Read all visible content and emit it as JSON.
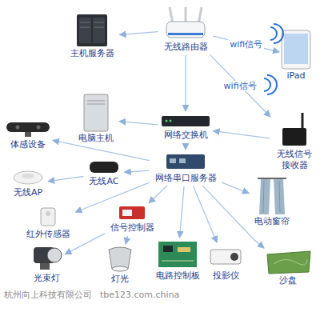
{
  "diagram": {
    "nodes": [
      {
        "text": [
          "主机服务器"
        ]
      },
      {
        "text": [
          "无线路由器"
        ]
      },
      {
        "text": [
          "iPad"
        ]
      },
      {
        "text": [
          "网络交换机"
        ]
      },
      {
        "text": [
          "无线信号接收器"
        ]
      },
      {
        "text": [
          "电脑主机"
        ]
      },
      {
        "text": [
          "体感设备"
        ]
      },
      {
        "text": [
          "网络串口服务器"
        ]
      },
      {
        "text": [
          "无线AC"
        ]
      },
      {
        "text": [
          "无线AP"
        ]
      },
      {
        "text": [
          "电动窗帘"
        ]
      },
      {
        "text": [
          "红外传感器"
        ]
      },
      {
        "text": [
          "信号控制器"
        ]
      },
      {
        "text": [
          "光束灯"
        ]
      },
      {
        "text": [
          "灯光"
        ]
      },
      {
        "text": [
          "电路控制板"
        ]
      },
      {
        "text": [
          "投影仪"
        ]
      },
      {
        "text": [
          "沙盘"
        ]
      }
    ],
    "edges": [
      {
        "from": 1,
        "to": 0,
        "arrow": "to"
      },
      {
        "from": 1,
        "to": 2,
        "label": "wifi信号",
        "arrow": "to"
      },
      {
        "from": 1,
        "to": 4,
        "label": "wifi信号",
        "arrow": "to"
      },
      {
        "from": 1,
        "to": 3,
        "arrow": "to"
      },
      {
        "from": 3,
        "to": 5,
        "arrow": "to"
      },
      {
        "from": 4,
        "to": 3,
        "arrow": "to"
      },
      {
        "from": 3,
        "to": 7,
        "arrow": "to"
      },
      {
        "from": 7,
        "to": 6,
        "arrow": "to"
      },
      {
        "from": 7,
        "to": 8,
        "arrow": "to"
      },
      {
        "from": 8,
        "to": 9,
        "arrow": "to"
      },
      {
        "from": 7,
        "to": 10,
        "arrow": "to"
      },
      {
        "from": 7,
        "to": 11,
        "arrow": "to"
      },
      {
        "from": 7,
        "to": 12,
        "arrow": "to"
      },
      {
        "from": 12,
        "to": 13,
        "arrow": "to"
      },
      {
        "from": 12,
        "to": 14,
        "arrow": "to"
      },
      {
        "from": 7,
        "to": 15,
        "arrow": "to"
      },
      {
        "from": 7,
        "to": 16,
        "arrow": "to"
      },
      {
        "from": 7,
        "to": 17,
        "arrow": "to"
      }
    ],
    "labels": [
      "杭州向上科技有限公司",
      "tbe123.com.china"
    ]
  }
}
